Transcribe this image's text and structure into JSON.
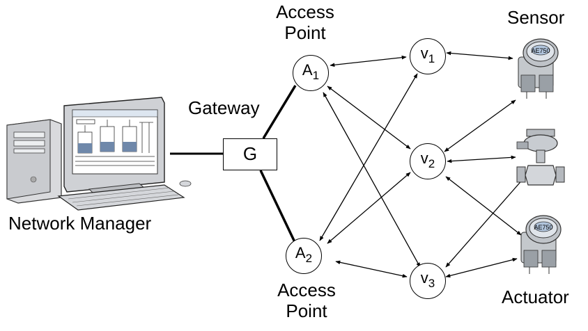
{
  "labels": {
    "network_manager": "Network Manager",
    "gateway": "Gateway",
    "access_point_1_line1": "Access",
    "access_point_1_line2": "Point",
    "access_point_2_line1": "Access",
    "access_point_2_line2": "Point",
    "sensor": "Sensor",
    "actuator": "Actuator"
  },
  "nodes": {
    "gateway": "G",
    "a1": {
      "base": "A",
      "sub": "1"
    },
    "a2": {
      "base": "A",
      "sub": "2"
    },
    "v1": {
      "base": "v",
      "sub": "1"
    },
    "v2": {
      "base": "v",
      "sub": "2"
    },
    "v3": {
      "base": "v",
      "sub": "3"
    }
  },
  "device_plates": [
    "AE750",
    "AE750"
  ]
}
